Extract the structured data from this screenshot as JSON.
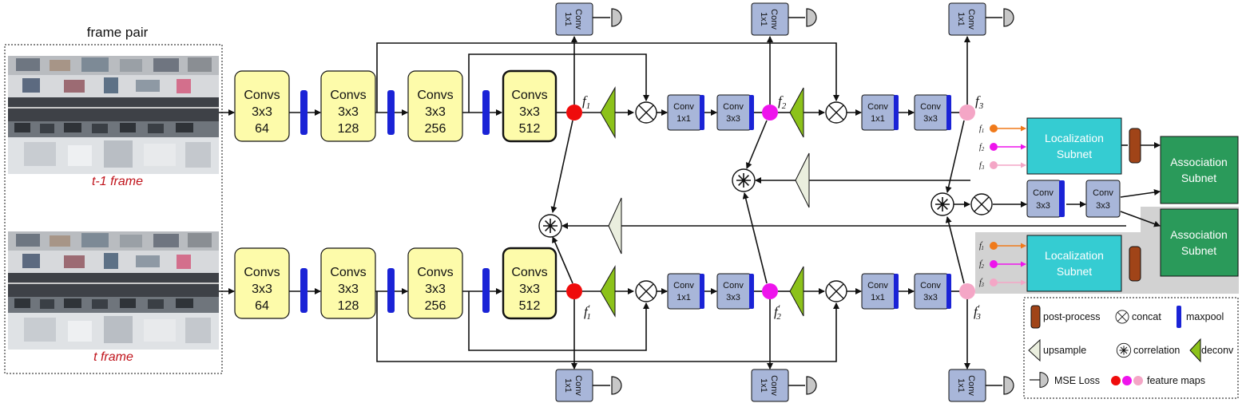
{
  "frame_pair": {
    "title": "frame pair",
    "top_caption": "t-1 frame",
    "bottom_caption": "t frame"
  },
  "conv_blocks": {
    "b1": [
      "Convs",
      "3x3",
      "64"
    ],
    "b2": [
      "Convs",
      "3x3",
      "128"
    ],
    "b3": [
      "Convs",
      "3x3",
      "256"
    ],
    "b4": [
      "Convs",
      "3x3",
      "512"
    ]
  },
  "small_convs": {
    "one": [
      "Conv",
      "1x1"
    ],
    "three": [
      "Conv",
      "3x3"
    ]
  },
  "features": {
    "f1": "f",
    "f1_sub": "1",
    "f2": "f",
    "f2_sub": "2",
    "f3": "f",
    "f3_sub": "3",
    "prime": "′"
  },
  "subnets": {
    "localization": [
      "Localization",
      "Subnet"
    ],
    "association": [
      "Association",
      "Subnet"
    ]
  },
  "legend": {
    "post_process": "post-process",
    "concat": "concat",
    "maxpool": "maxpool",
    "upsample": "upsample",
    "correlation": "correlation",
    "deconv": "deconv",
    "mse_loss": "MSE Loss",
    "feature_maps": "feature maps"
  },
  "colors": {
    "yellow_block": "#fdfbaa",
    "conv_block": "#a8b6d9",
    "maxpool": "#1a23d6",
    "f1_red": "#ef0c0c",
    "f2_magenta": "#ee14ec",
    "f3_pink": "#f4a6c6",
    "orange": "#f07a1a",
    "deconv_green": "#8cc21a",
    "upsample": "#eaeede",
    "localization": "#35ccd2",
    "association": "#2a9a5a",
    "post_process": "#a04418",
    "loss_gray": "#c7c7c7",
    "shade": "#d2d2d2",
    "caption_red": "#c0131b"
  }
}
